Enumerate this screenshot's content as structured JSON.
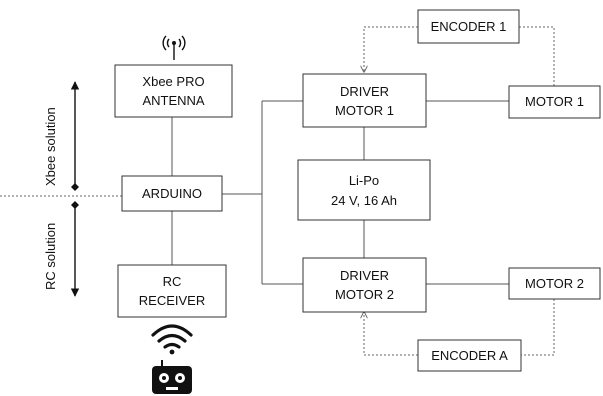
{
  "blocks": {
    "encoder_1": "ENCODER 1",
    "xbee_line1": "Xbee PRO",
    "xbee_line2": "ANTENNA",
    "driver1_line1": "DRIVER",
    "driver1_line2": "MOTOR 1",
    "motor_1": "MOTOR 1",
    "arduino": "ARDUINO",
    "lipo_line1": "Li-Po",
    "lipo_line2": "24 V, 16 Ah",
    "rc_line1": "RC",
    "rc_line2": "RECEIVER",
    "driver2_line1": "DRIVER",
    "driver2_line2": "MOTOR 2",
    "motor_2": "MOTOR 2",
    "encoder_a": "ENCODER A"
  },
  "side_labels": {
    "xbee_solution": "Xbee solution",
    "rc_solution": "RC solution"
  },
  "icons": [
    "antenna-icon",
    "wifi-icon",
    "remote-controller-icon"
  ]
}
